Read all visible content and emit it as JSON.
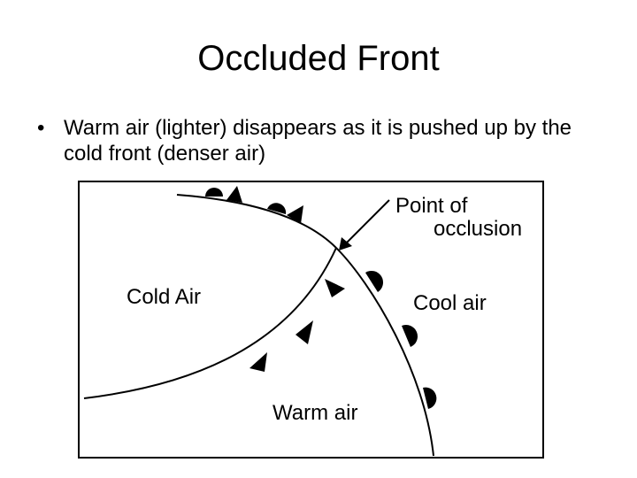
{
  "slide": {
    "title": "Occluded Front",
    "bullet": "Warm air (lighter) disappears as it is pushed up by the cold front (denser air)"
  },
  "diagram": {
    "labels": {
      "point_of": "Point of",
      "occlusion": "occlusion",
      "cold_air": "Cold Air",
      "cool_air": "Cool air",
      "warm_air": "Warm air"
    }
  }
}
